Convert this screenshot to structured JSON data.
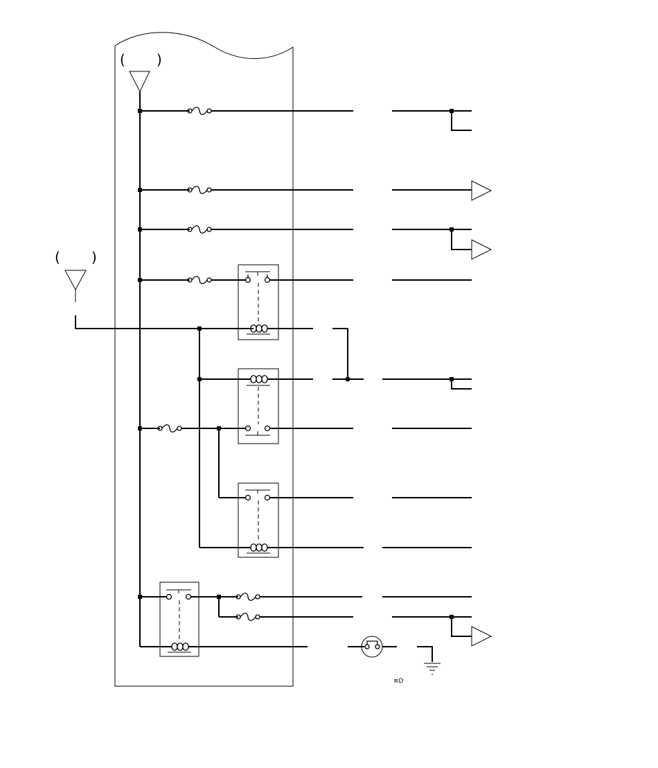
{
  "diagram": {
    "type": "wiring-schematic",
    "power_label_left": "(",
    "power_label_right": ")",
    "ignition_label_left": "(",
    "ignition_label_right": ")",
    "headlamp_symbol": "≡D",
    "components": {
      "fuses": 7,
      "relays": 4,
      "power_inputs": 2,
      "ground_symbols": 1,
      "bulbs": 1,
      "output_terminals": 3
    },
    "colors": {
      "ink": "#000000",
      "paper": "#ffffff"
    }
  }
}
